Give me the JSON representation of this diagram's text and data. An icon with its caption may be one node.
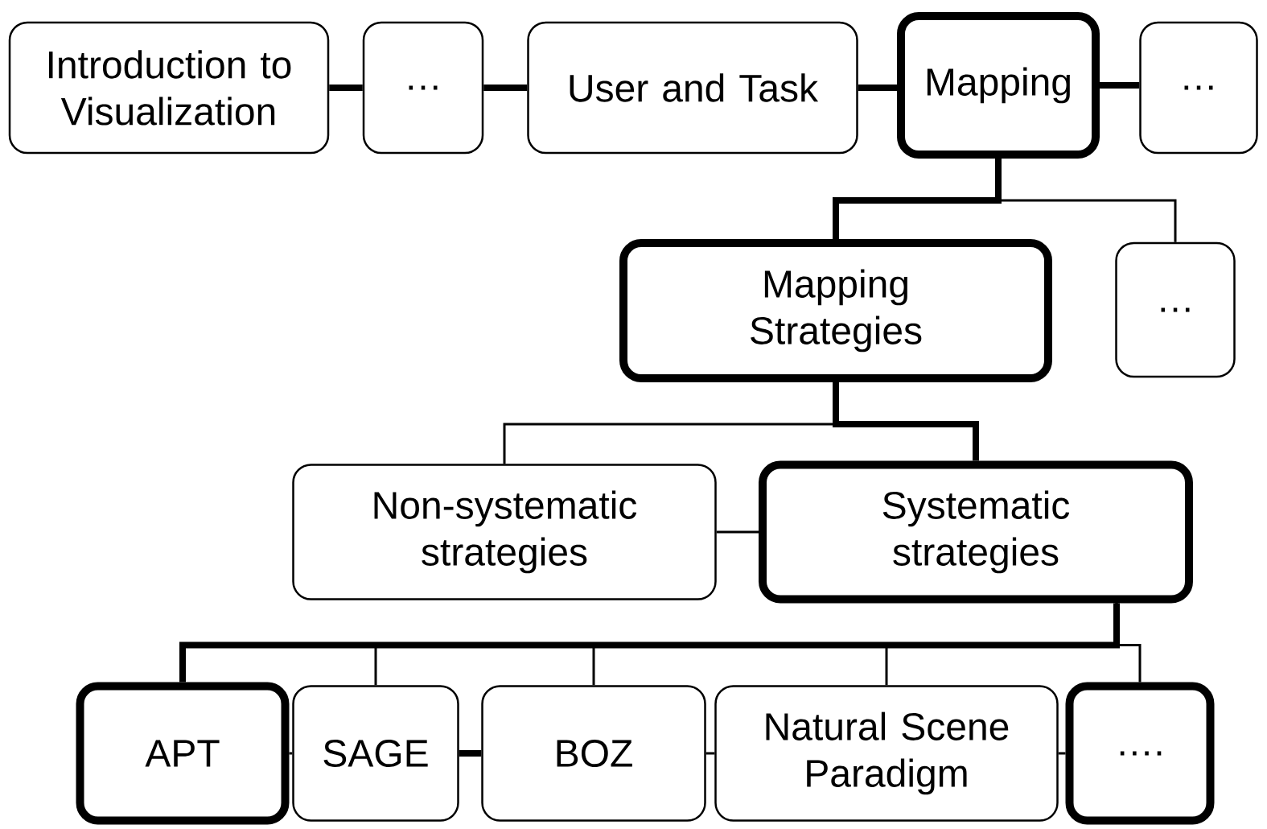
{
  "diagram": {
    "nodes": [
      {
        "text": [
          "Introduction to Visualization"
        ]
      },
      {
        "text": [
          "…"
        ]
      },
      {
        "text": [
          "User and Task"
        ]
      },
      {
        "text": [
          "Mapping"
        ]
      },
      {
        "text": [
          "…"
        ]
      },
      {
        "text": [
          "Mapping Strategies"
        ]
      },
      {
        "text": [
          "…"
        ]
      },
      {
        "text": [
          "Non-systematic strategies"
        ]
      },
      {
        "text": [
          "Systematic strategies"
        ]
      },
      {
        "text": [
          "APT"
        ]
      },
      {
        "text": [
          "SAGE"
        ]
      },
      {
        "text": [
          "BOZ"
        ]
      },
      {
        "text": [
          "Natural Scene Paradigm"
        ]
      },
      {
        "text": [
          "…."
        ]
      }
    ],
    "edges": [
      {
        "from": 0,
        "to": 1,
        "arrow": "none",
        "style": "thick"
      },
      {
        "from": 1,
        "to": 2,
        "arrow": "none",
        "style": "thick"
      },
      {
        "from": 2,
        "to": 3,
        "arrow": "none",
        "style": "thick"
      },
      {
        "from": 3,
        "to": 4,
        "arrow": "none",
        "style": "thick"
      },
      {
        "from": 3,
        "to": 5,
        "arrow": "none",
        "style": "thick"
      },
      {
        "from": 3,
        "to": 6,
        "arrow": "none"
      },
      {
        "from": 5,
        "to": 7,
        "arrow": "none"
      },
      {
        "from": 5,
        "to": 8,
        "arrow": "none",
        "style": "thick"
      },
      {
        "from": 7,
        "to": 8,
        "arrow": "none"
      },
      {
        "from": 8,
        "to": 9,
        "arrow": "none",
        "style": "thick"
      },
      {
        "from": 8,
        "to": 10,
        "arrow": "none"
      },
      {
        "from": 8,
        "to": 11,
        "arrow": "none"
      },
      {
        "from": 8,
        "to": 12,
        "arrow": "none"
      },
      {
        "from": 8,
        "to": 13,
        "arrow": "none"
      },
      {
        "from": 9,
        "to": 10,
        "arrow": "none"
      },
      {
        "from": 10,
        "to": 11,
        "arrow": "none",
        "style": "thick"
      },
      {
        "from": 11,
        "to": 12,
        "arrow": "none"
      },
      {
        "from": 12,
        "to": 13,
        "arrow": "none"
      }
    ]
  }
}
